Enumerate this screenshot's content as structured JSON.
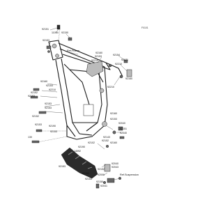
{
  "diagram": {
    "page_code": "F0101",
    "callouts": {
      "c92151_top": "92151",
      "c11054": "11054",
      "c92153_a": "92153",
      "c92150_a": "92150",
      "c92153_b": "92153",
      "c92160": "92160",
      "c92210_a": "92210",
      "c92154_a": "92154",
      "c92210_b": "92210",
      "c92171": "92171",
      "c92160_b": "92160",
      "c92152_l": "92152",
      "c92153_c": "92153",
      "c92153_l": "92153",
      "c92210_c": "92210",
      "c92153_d": "92153",
      "c92153_e": "92153",
      "c92152_m": "92152",
      "c130": "130",
      "c92190": "92190",
      "c92160_c": "92160",
      "c92160_r": "92160",
      "c92160_r2": "92160",
      "c92153_r": "92153",
      "c92040_a": "92040",
      "c92151_r": "92151",
      "c92040_b": "92040",
      "c92143_r": "92143",
      "c92152_r": "92152",
      "c92153_m": "92153",
      "c92153_n": "92153",
      "c92040_c": "92040",
      "c92043": "92043",
      "c92153_o": "92153",
      "c92150_b": "92150",
      "c92009": "92009",
      "c92041": "92041",
      "c92152_b": "92152",
      "c92153_b2": "92153",
      "c92153_b3": "92153",
      "c92210_r": "92210",
      "c92102": "92102",
      "c92190_r": "92190",
      "c14092": "14092"
    },
    "refs": {
      "frame": "Ref.Frame",
      "suspension": "Ref.Suspension"
    }
  }
}
